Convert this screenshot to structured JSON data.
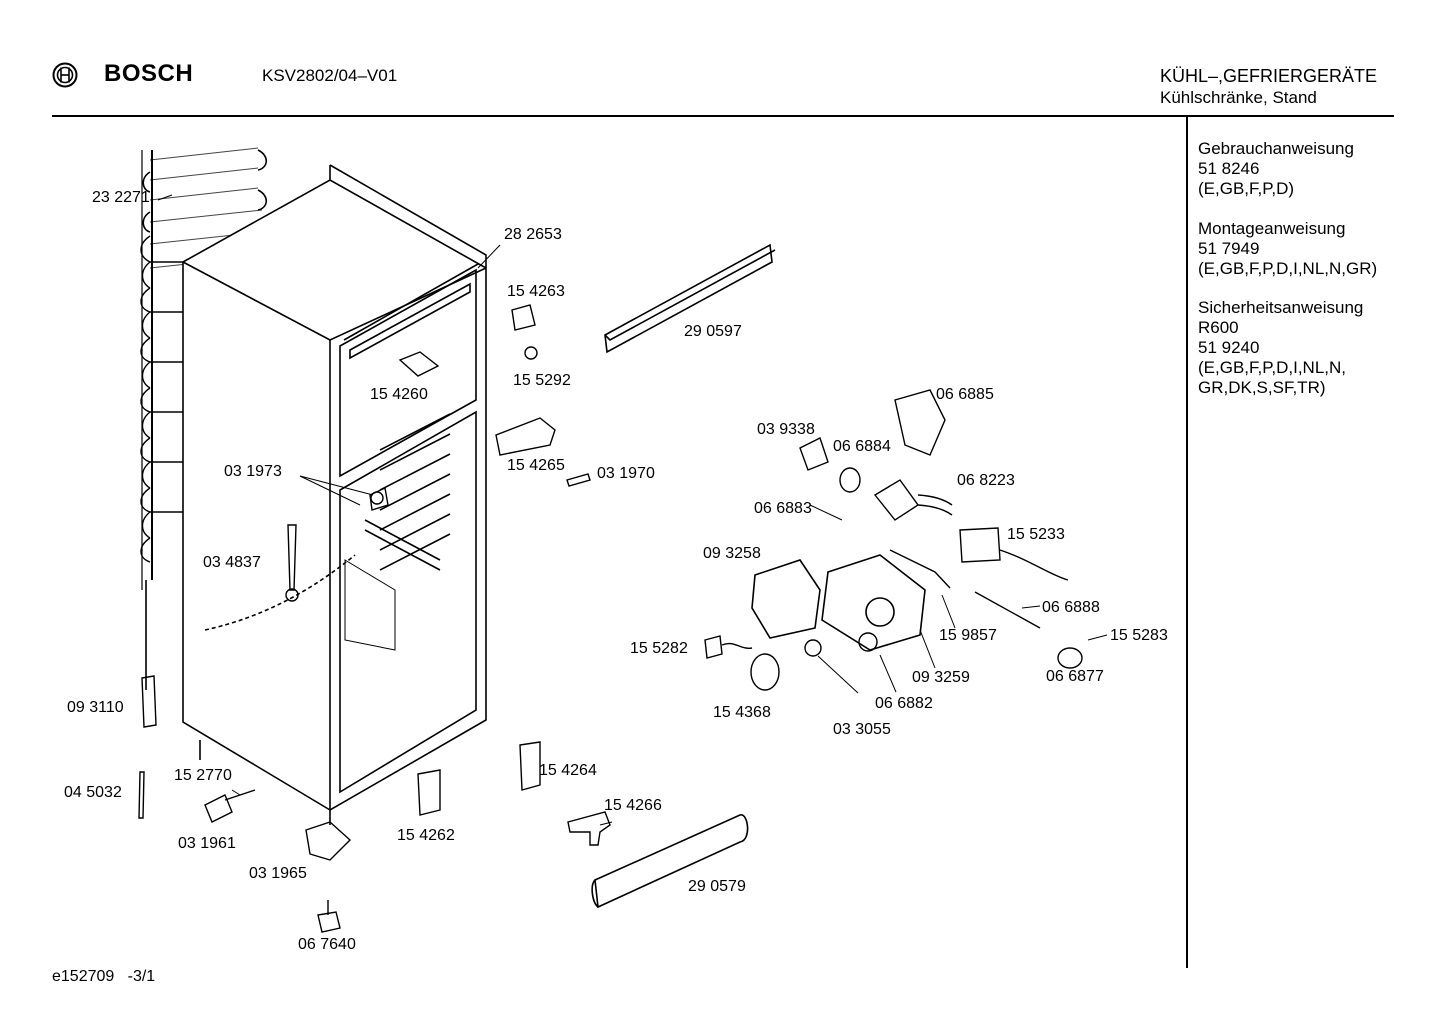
{
  "header": {
    "brand": "BOSCH",
    "model": "KSV2802/04–V01",
    "category_line1": "KÜHL–,GEFRIERGERÄTE",
    "category_line2": "Kühlschränke, Stand"
  },
  "sidebar": {
    "manual_title": "Gebrauchanweisung",
    "manual_number": "51 8246",
    "manual_langs": "(E,GB,F,P,D)",
    "assembly_title": "Montageanweisung",
    "assembly_number": "51 7949",
    "assembly_langs": "(E,GB,F,P,D,I,NL,N,GR)",
    "safety_title": "Sicherheitsanweisung",
    "safety_code": "R600",
    "safety_number": "51 9240",
    "safety_langs_1": "(E,GB,F,P,D,I,NL,N,",
    "safety_langs_2": "GR,DK,S,SF,TR)"
  },
  "parts": {
    "p232271": "23 2271",
    "p282653": "28 2653",
    "p154263": "15 4263",
    "p290597": "29 0597",
    "p155292": "15 5292",
    "p154260": "15 4260",
    "p154265": "15 4265",
    "p031970": "03 1970",
    "p031973": "03 1973",
    "p034837": "03 4837",
    "p066885": "06 6885",
    "p039338": "03 9338",
    "p066884": "06 6884",
    "p068223": "06 8223",
    "p066883": "06 6883",
    "p155233": "15 5233",
    "p093258": "09 3258",
    "p066888": "06 6888",
    "p159857": "15 9857",
    "p155283": "15 5283",
    "p155282": "15 5282",
    "p093259": "09 3259",
    "p066877": "06 6877",
    "p066882": "06 6882",
    "p154368": "15 4368",
    "p033055": "03 3055",
    "p093110": "09 3110",
    "p154264": "15 4264",
    "p045032": "04 5032",
    "p152770": "15 2770",
    "p154266": "15 4266",
    "p031961": "03 1961",
    "p154262": "15 4262",
    "p031965": "03 1965",
    "p290579": "29 0579",
    "p067640": "06 7640"
  },
  "footer": {
    "doc_id": "e152709   -3/1"
  }
}
